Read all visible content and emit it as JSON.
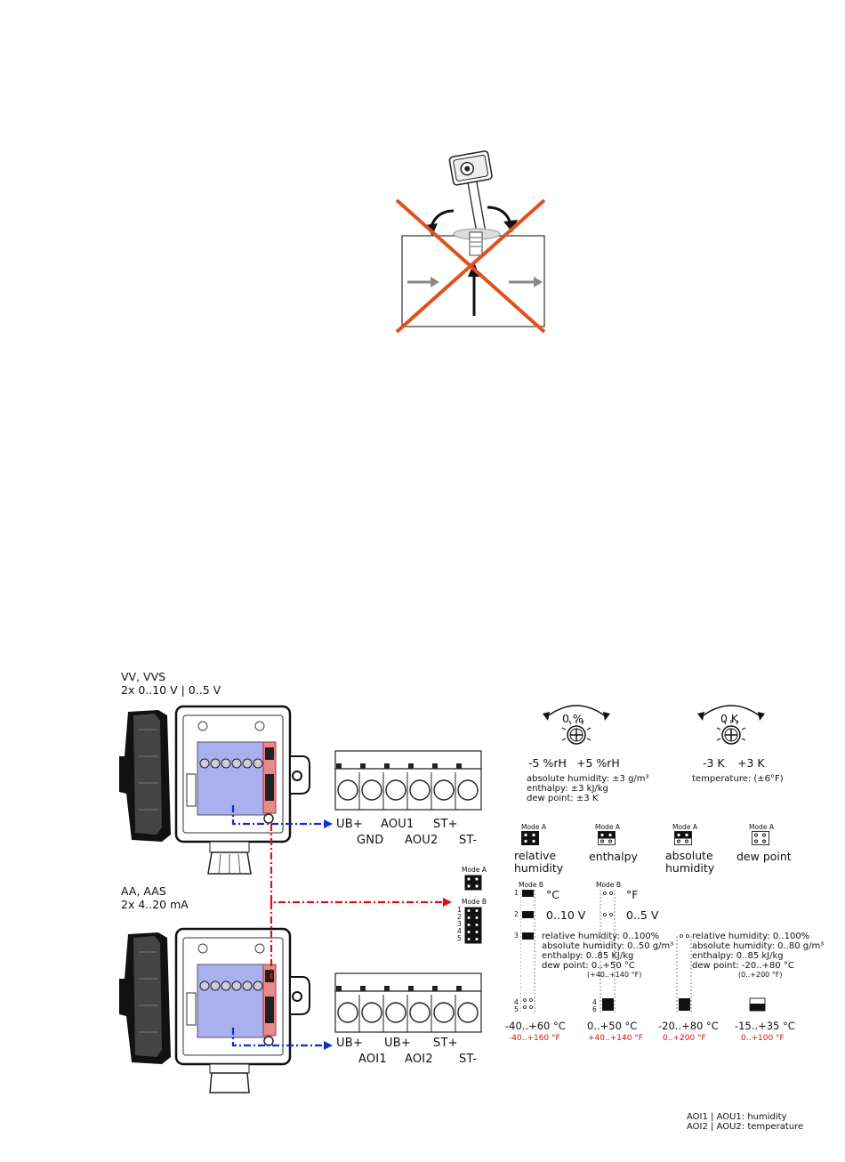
{
  "variant_vv": {
    "title": "VV, VVS",
    "signal": "2x 0..10 V | 0..5 V",
    "terminals_top": [
      "UB+",
      "AOU1",
      "ST+"
    ],
    "terminals_bottom": [
      "GND",
      "AOU2",
      "ST-"
    ]
  },
  "variant_aa": {
    "title": "AA, AAS",
    "signal": "2x 4..20 mA",
    "terminals_top": [
      "UB+",
      "UB+",
      "ST+"
    ],
    "terminals_bottom": [
      "AOI1",
      "AOI2",
      "ST-"
    ]
  },
  "offset_humidity": {
    "center": "0 %",
    "minus": "-5 %rH",
    "plus": "+5 %rH",
    "notes": [
      "absolute humidity: ±3 g/m³",
      "enthalpy: ±3 kJ/kg",
      "dew point: ±3 K"
    ]
  },
  "offset_temperature": {
    "center": "0 K",
    "minus": "-3 K",
    "plus": "+3 K",
    "note": "temperature: (±6°F)"
  },
  "mode_a_label": "Mode A",
  "mode_b_label": "Mode B",
  "mode_a_options": [
    "relative\nhumidity",
    "enthalpy",
    "absolute\nhumidity",
    "dew point"
  ],
  "legend_mode": {
    "a": "Mode A",
    "b": "Mode B",
    "rows": [
      "1",
      "2",
      "3",
      "4",
      "5"
    ]
  },
  "mode_b": {
    "unit_c": "°C",
    "unit_f": "°F",
    "out_10v": "0..10 V",
    "out_5v": "0..5 V",
    "left_ranges": [
      "relative humidity: 0..100%",
      "absolute humidity: 0..50 g/m³",
      "enthalpy: 0..85 KJ/kg",
      "dew point: 0..+50 °C"
    ],
    "left_range_f": "(+40..+140 °F)",
    "right_ranges": [
      "relative humidity: 0..100%",
      "absolute humidity: 0..80 g/m³",
      "enthalpy: 0..85 kJ/kg",
      "dew point: -20..+80 °C"
    ],
    "right_range_f": "(0..+200 °F)",
    "row_numbers": [
      "1",
      "2",
      "3",
      "4",
      "5",
      "4",
      "6"
    ]
  },
  "temp_ranges": [
    {
      "c": "-40..+60 °C",
      "f": "-40..+160 °F"
    },
    {
      "c": "0..+50 °C",
      "f": "+40..+140 °F"
    },
    {
      "c": "-20..+80 °C",
      "f": "0..+200 °F"
    },
    {
      "c": "-15..+35 °C",
      "f": "0..+100 °F"
    }
  ],
  "footnote": [
    "AOI1 | AOU1: humidity",
    "AOI2 | AOU2: temperature"
  ],
  "colors": {
    "cross": "#e0501e",
    "red_line": "#e01010",
    "blue_line": "#1030d0",
    "pcb": "#aab0ee",
    "pink": "#e88a8a"
  }
}
